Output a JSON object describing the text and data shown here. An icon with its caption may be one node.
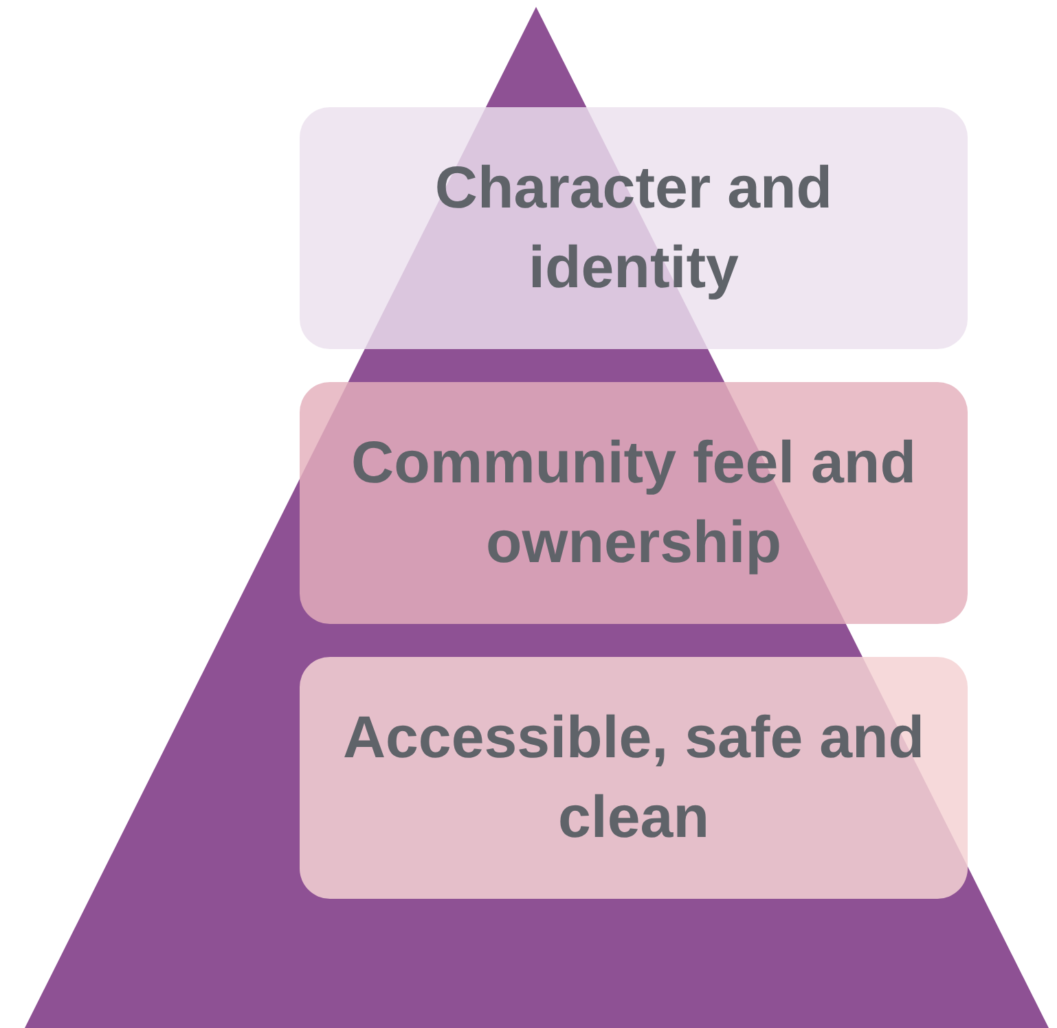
{
  "diagram": {
    "nodes": [
      {
        "text": [
          "Character and identity"
        ]
      },
      {
        "text": [
          "Community feel and ownership"
        ]
      },
      {
        "text": [
          "Accessible, safe and clean"
        ]
      }
    ]
  }
}
